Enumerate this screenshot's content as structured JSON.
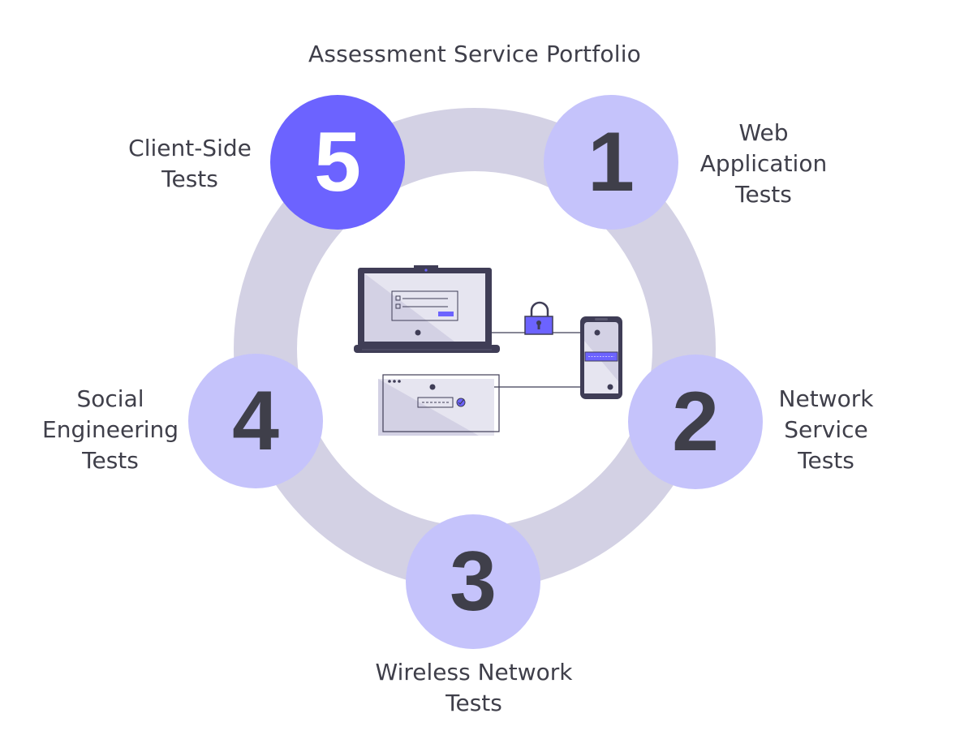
{
  "title": "Assessment Service Portfolio",
  "colors": {
    "ring": "#d3d1e4",
    "node": "#c5c3fb",
    "node_active": "#6c63ff",
    "number_dark": "#3f3f4a",
    "number_light": "#ffffff",
    "device_dark": "#3f3d56",
    "screen_fill": "#d3d1e4"
  },
  "steps": [
    {
      "number": "1",
      "label": "Web\nApplication\nTests",
      "active": false
    },
    {
      "number": "2",
      "label": "Network\nService\nTests",
      "active": false
    },
    {
      "number": "3",
      "label": "Wireless Network\nTests",
      "active": false
    },
    {
      "number": "4",
      "label": "Social\nEngineering\nTests",
      "active": false
    },
    {
      "number": "5",
      "label": "Client-Side\nTests",
      "active": true
    }
  ],
  "illustration": {
    "icons": [
      "laptop-icon",
      "lock-icon",
      "smartphone-icon",
      "browser-window-icon"
    ]
  }
}
